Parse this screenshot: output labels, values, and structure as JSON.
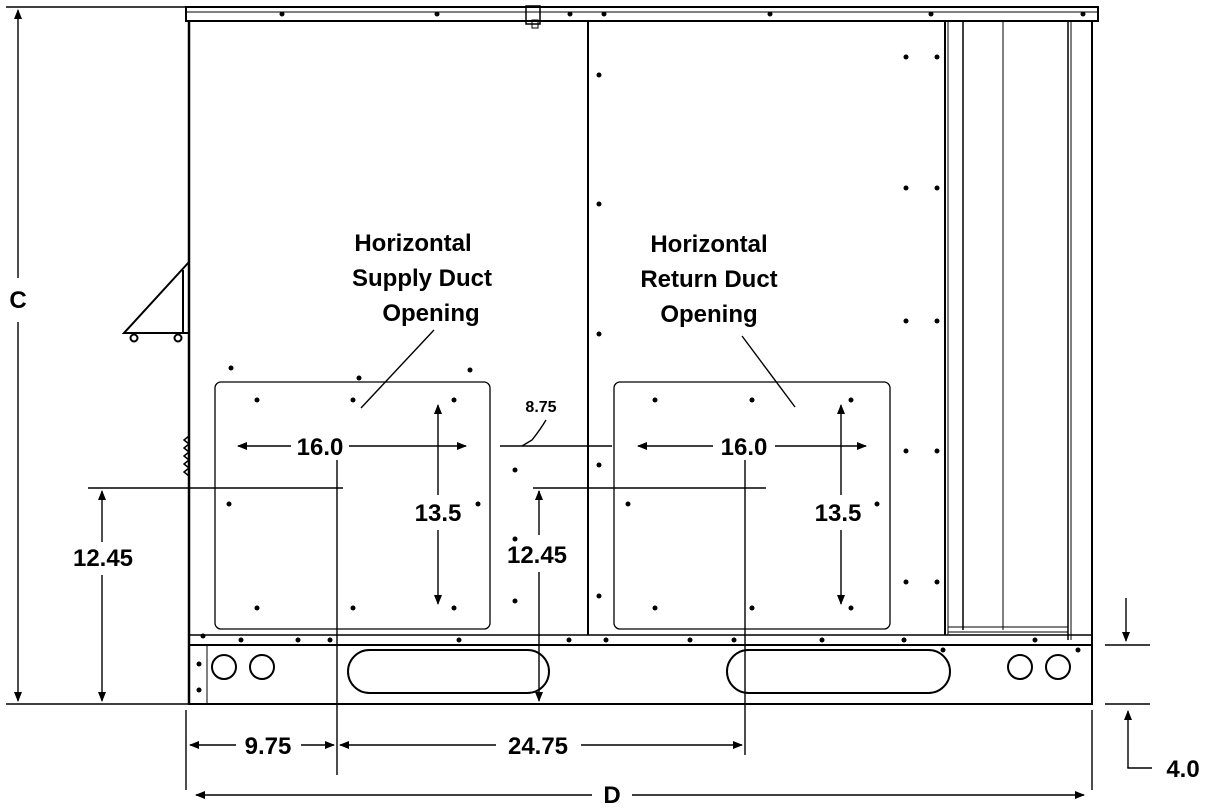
{
  "labels": {
    "supply": [
      "Horizontal",
      "Supply Duct",
      "Opening"
    ],
    "return": [
      "Horizontal",
      "Return Duct",
      "Opening"
    ]
  },
  "dimensions": {
    "height": "C",
    "width": "D",
    "supply_width": "16.0",
    "supply_height": "13.5",
    "return_width": "16.0",
    "return_height": "13.5",
    "supply_center_height": "12.45",
    "return_center_height": "12.45",
    "gap": "8.75",
    "left_offset": "9.75",
    "center_spacing": "24.75",
    "base_rail": "4.0"
  }
}
